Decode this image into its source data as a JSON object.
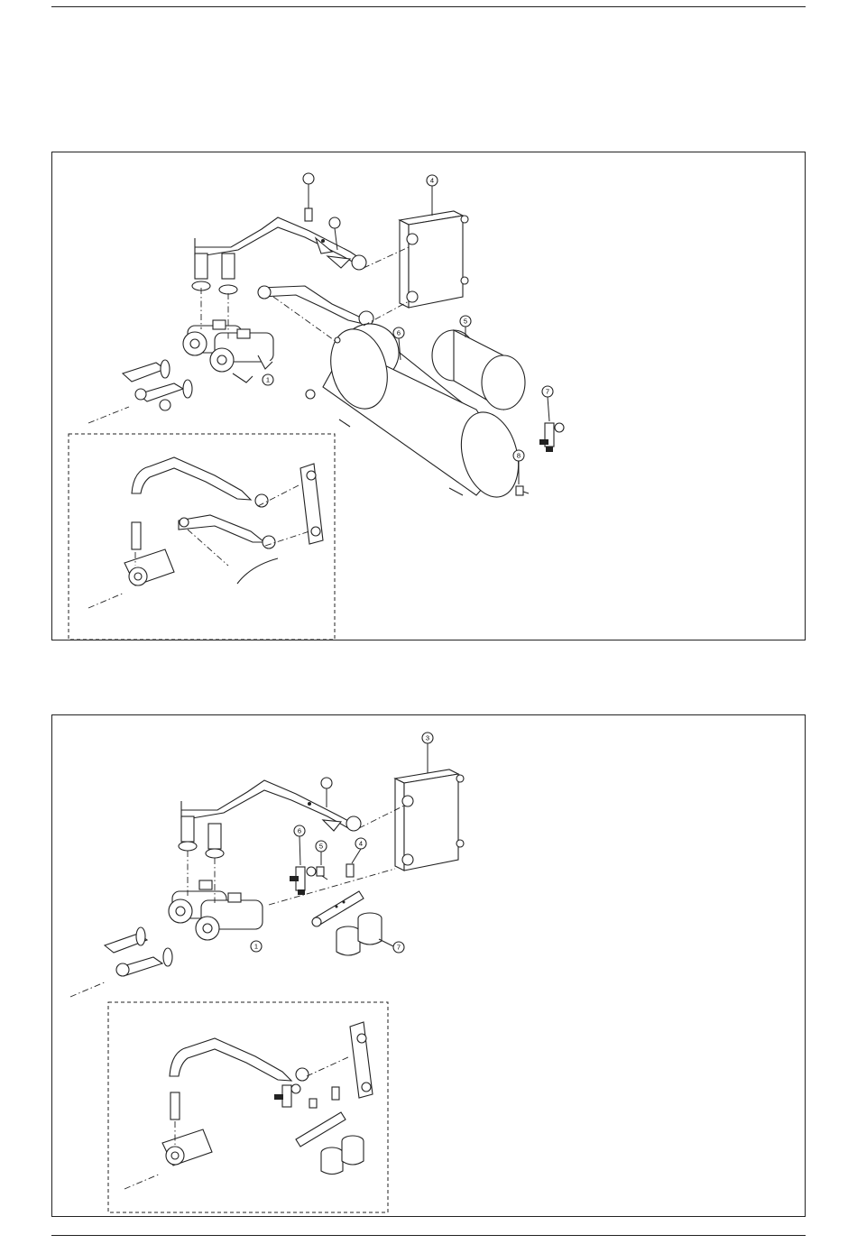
{
  "figure_1": {
    "callouts": [
      {
        "id": "c1",
        "label": "1"
      },
      {
        "id": "c2",
        "label": ""
      },
      {
        "id": "c3",
        "label": ""
      },
      {
        "id": "c4",
        "label": "4"
      },
      {
        "id": "c5",
        "label": "5"
      },
      {
        "id": "c6",
        "label": "6"
      },
      {
        "id": "c7",
        "label": "7"
      },
      {
        "id": "c8",
        "label": "8"
      }
    ]
  },
  "figure_2": {
    "callouts": [
      {
        "id": "c1",
        "label": "1"
      },
      {
        "id": "c2",
        "label": ""
      },
      {
        "id": "c3",
        "label": "3"
      },
      {
        "id": "c4",
        "label": "4"
      },
      {
        "id": "c5",
        "label": "5"
      },
      {
        "id": "c6",
        "label": "6"
      },
      {
        "id": "c7",
        "label": "7"
      }
    ]
  }
}
